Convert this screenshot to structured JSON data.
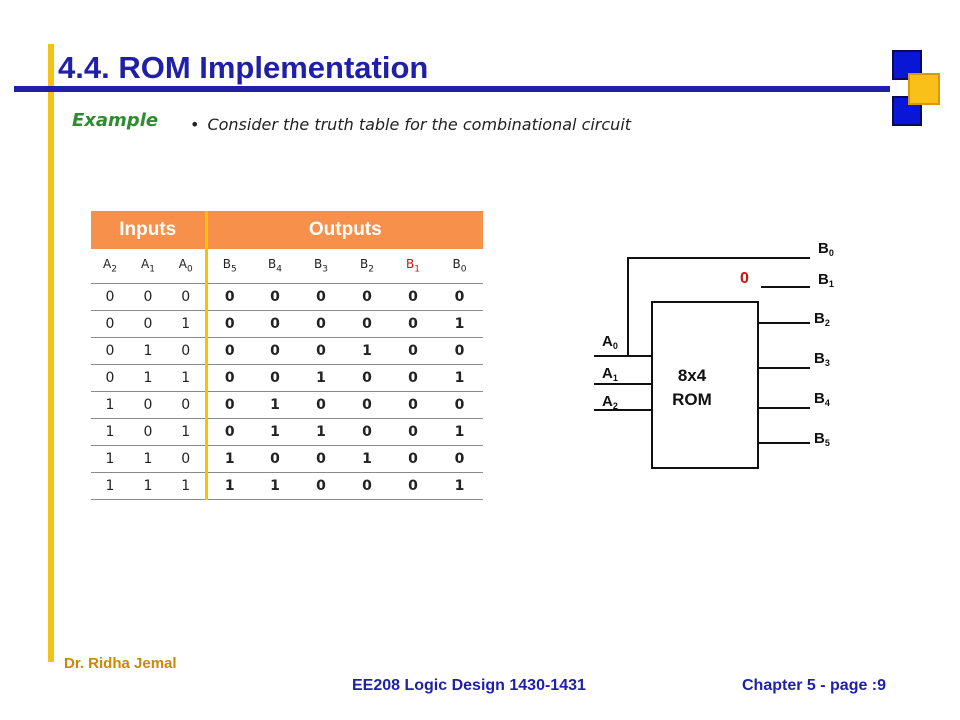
{
  "slide": {
    "title": "4.4. ROM Implementation",
    "example_label": "Example",
    "bullet": "Consider the truth table for the combinational circuit"
  },
  "truth_table": {
    "groups": [
      "Inputs",
      "Outputs"
    ],
    "columns": [
      {
        "base": "A",
        "sub": "2"
      },
      {
        "base": "A",
        "sub": "1"
      },
      {
        "base": "A",
        "sub": "0"
      },
      {
        "base": "B",
        "sub": "5"
      },
      {
        "base": "B",
        "sub": "4"
      },
      {
        "base": "B",
        "sub": "3"
      },
      {
        "base": "B",
        "sub": "2"
      },
      {
        "base": "B",
        "sub": "1"
      },
      {
        "base": "B",
        "sub": "0"
      }
    ],
    "highlight_column_color": "#cc1111",
    "rows": [
      [
        "0",
        "0",
        "0",
        "0",
        "0",
        "0",
        "0",
        "0",
        "0"
      ],
      [
        "0",
        "0",
        "1",
        "0",
        "0",
        "0",
        "0",
        "0",
        "1"
      ],
      [
        "0",
        "1",
        "0",
        "0",
        "0",
        "0",
        "1",
        "0",
        "0"
      ],
      [
        "0",
        "1",
        "1",
        "0",
        "0",
        "1",
        "0",
        "0",
        "1"
      ],
      [
        "1",
        "0",
        "0",
        "0",
        "1",
        "0",
        "0",
        "0",
        "0"
      ],
      [
        "1",
        "0",
        "1",
        "0",
        "1",
        "1",
        "0",
        "0",
        "1"
      ],
      [
        "1",
        "1",
        "0",
        "1",
        "0",
        "0",
        "1",
        "0",
        "0"
      ],
      [
        "1",
        "1",
        "1",
        "1",
        "1",
        "0",
        "0",
        "0",
        "1"
      ]
    ]
  },
  "rom_diagram": {
    "block_label_line1": "8x4",
    "block_label_line2": "ROM",
    "zero_label": "0",
    "inputs": [
      {
        "base": "A",
        "sub": "0"
      },
      {
        "base": "A",
        "sub": "1"
      },
      {
        "base": "A",
        "sub": "2"
      }
    ],
    "outputs": [
      {
        "base": "B",
        "sub": "0"
      },
      {
        "base": "B",
        "sub": "1"
      },
      {
        "base": "B",
        "sub": "2"
      },
      {
        "base": "B",
        "sub": "3"
      },
      {
        "base": "B",
        "sub": "4"
      },
      {
        "base": "B",
        "sub": "5"
      }
    ]
  },
  "footer": {
    "author": "Dr. Ridha Jemal",
    "course": "EE208 Logic Design 1430-1431",
    "page": "Chapter 5  - page :9"
  },
  "colors": {
    "title_blue": "#1f1fa8",
    "accent_yellow": "#f2c314",
    "header_orange": "#f6904a",
    "example_green": "#2e8b2e",
    "author_gold": "#c98a00"
  }
}
